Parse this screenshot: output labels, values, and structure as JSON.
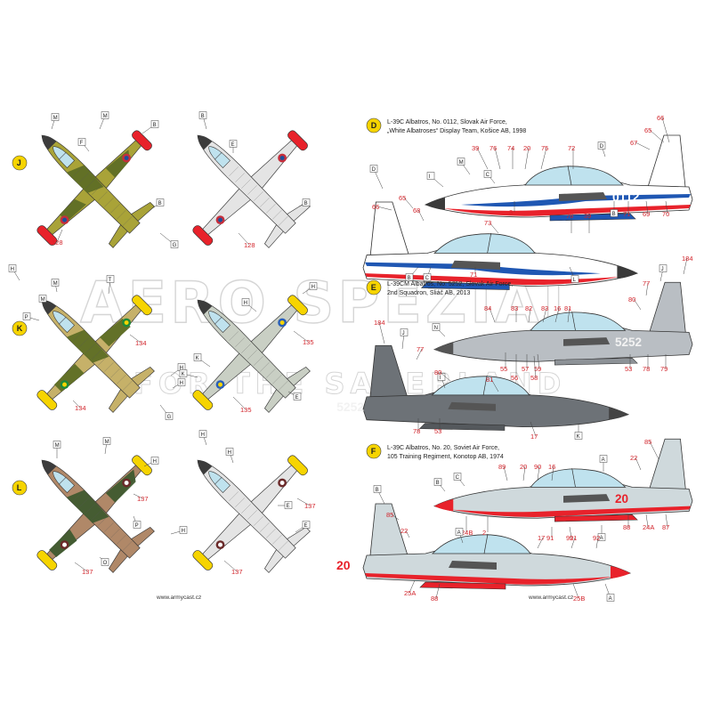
{
  "sections": {
    "D": {
      "letter": "D",
      "title_lines": [
        "L-39C Albatros, No. 0112, Slovak Air Force,",
        "„White Albatroses“ Display Team, Košice AB, 1998"
      ],
      "serial": "0112"
    },
    "E": {
      "letter": "E",
      "title_lines": [
        "L-39CM Albatros, No. 5252, Slovak Air Force,",
        "2nd Squadron, Sliáč AB, 2013"
      ],
      "serial": "5252"
    },
    "F": {
      "letter": "F",
      "title_lines": [
        "L-39C Albatros, No. 20, Soviet Air Force,",
        "105 Training Regiment, Konotop AB, 1974"
      ],
      "serial": "20"
    },
    "J": {
      "letter": "J"
    },
    "K": {
      "letter": "K"
    },
    "L": {
      "letter": "L"
    }
  },
  "watermark": {
    "line1": "AERO SPEZIAL",
    "line2": "FOR THE SAUERLAND"
  },
  "footer": {
    "left_url": "www.armycast.cz",
    "right_url": "www.armycast.cz"
  },
  "callouts": {
    "J_left": [
      "M",
      "M",
      "B",
      "F",
      "G",
      "B",
      "128"
    ],
    "J_right": [
      "B",
      "E",
      "B",
      "128"
    ],
    "K_left": [
      "H",
      "M",
      "T",
      "M",
      "P",
      "134",
      "H",
      "H",
      "G",
      "134"
    ],
    "K_right": [
      "H",
      "H",
      "135",
      "K",
      "135",
      "K",
      "E"
    ],
    "L_left": [
      "M",
      "M",
      "H",
      "P",
      "137",
      "H",
      "137",
      "O"
    ],
    "L_right": [
      "H",
      "H",
      "137",
      "137",
      "E",
      "E"
    ],
    "D_top": [
      "66",
      "39",
      "76",
      "74",
      "20",
      "75",
      "72",
      "D",
      "65",
      "67",
      "M",
      "C",
      "I",
      "B",
      "71",
      "69",
      "70",
      "3"
    ],
    "D_bottom": [
      "D",
      "66",
      "65",
      "68",
      "73",
      "76",
      "39",
      "B",
      "C",
      "71",
      "L"
    ],
    "E_top": [
      "184",
      "77",
      "J",
      "80",
      "N",
      "84",
      "83",
      "82",
      "83",
      "16",
      "81",
      "55",
      "56",
      "57",
      "59",
      "58",
      "53",
      "78",
      "79"
    ],
    "E_bottom": [
      "184",
      "J",
      "77",
      "I",
      "80",
      "81",
      "78",
      "53",
      "17",
      "K"
    ],
    "F_top": [
      "85",
      "22",
      "A",
      "89",
      "20",
      "90",
      "16",
      "B",
      "C",
      "24B",
      "2",
      "88",
      "24A",
      "87",
      "91",
      "92",
      "A"
    ],
    "F_bottom": [
      "B",
      "85",
      "22",
      "A",
      "17",
      "91",
      "92",
      "25A",
      "88",
      "25B",
      "A"
    ]
  },
  "colors": {
    "marker_yellow": "#f6d400",
    "olive_dark": "#5e6e25",
    "olive_light": "#a9a338",
    "tan": "#c6b169",
    "brown": "#b08868",
    "green_dark": "#3f5a2f",
    "light_grey": "#e4e4e4",
    "slovak_blue": "#1f57b3",
    "red": "#e8222b",
    "dark_grey": "#6d7277",
    "sky_grey": "#cfd9dc",
    "callout_red": "#d2232a"
  }
}
